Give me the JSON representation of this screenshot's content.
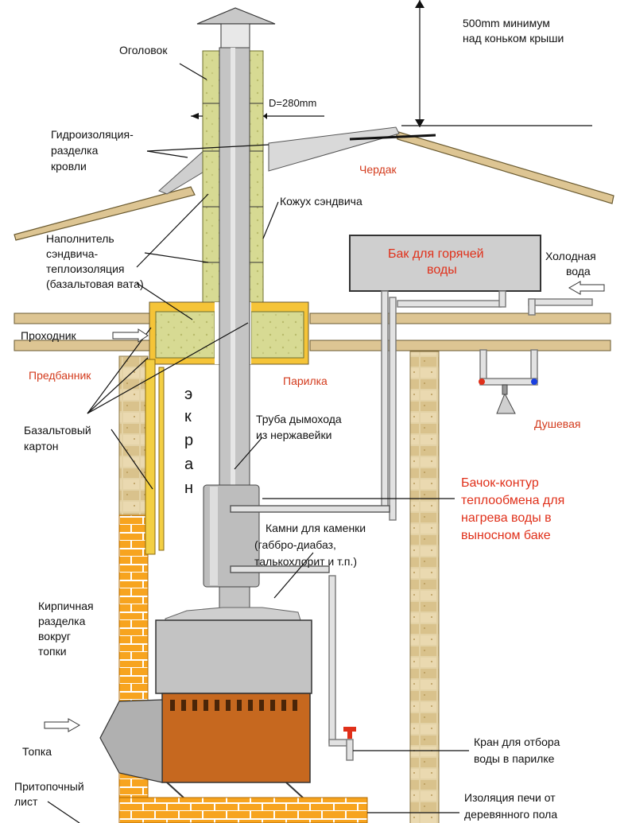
{
  "labels": {
    "min_height_line1": "500mm минимум",
    "min_height_line2": "над коньком крыши",
    "cap": "Оголовок",
    "diameter": "D=280mm",
    "waterproof_1": "Гидроизоляция-",
    "waterproof_2": "разделка",
    "waterproof_3": "кровли",
    "attic": "Чердак",
    "sandwich_casing": "Кожух сэндвича",
    "filler_1": "Наполнитель",
    "filler_2": "сэндвича-",
    "filler_3": "теплоизоляция",
    "filler_4": "(базальтовая вата)",
    "hot_tank_1": "Бак для горячей",
    "hot_tank_2": "воды",
    "cold_water_1": "Холодная",
    "cold_water_2": "вода",
    "passage": "Проходник",
    "anteroom": "Предбанник",
    "steam_room": "Парилка",
    "screen_e": "э",
    "screen_k": "к",
    "screen_r": "р",
    "screen_a": "а",
    "screen_n": "н",
    "basalt_1": "Базальтовый",
    "basalt_2": "картон",
    "pipe_1": "Труба дымохода",
    "pipe_2": "из нержавейки",
    "shower": "Душевая",
    "heat_ex_1": "Бачок-контур",
    "heat_ex_2": "теплообмена для",
    "heat_ex_3": "нагрева воды в",
    "heat_ex_4": "выносном баке",
    "stones_1": "Камни для каменки",
    "stones_2": "(габбро-диабаз,",
    "stones_3": "талькохлорит и т.п.)",
    "brick_1": "Кирпичная",
    "brick_2": "разделка",
    "brick_3": "вокруг",
    "brick_4": "топки",
    "firebox": "Топка",
    "tap_1": "Кран для отбора",
    "tap_2": "воды в парилке",
    "pre_fire_1": "Притопочный",
    "pre_fire_2": "лист",
    "insulation_1": "Изоляция печи от",
    "insulation_2": "деревянного пола"
  },
  "colors": {
    "wood": "#ddc593",
    "insulation": "#d9dc98",
    "brick": "#f7a41f",
    "steel": "#bdbdbd",
    "stove_body": "#c6681f",
    "accent_red": "#e0301a",
    "tank": "#cfcfcf"
  }
}
